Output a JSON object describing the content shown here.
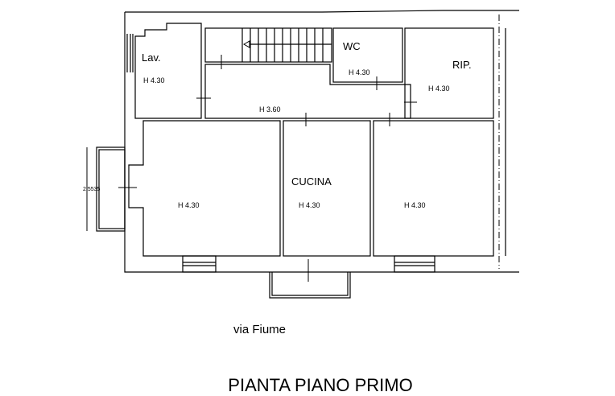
{
  "rooms": {
    "lav": {
      "name": "Lav.",
      "height": "H 4.30"
    },
    "corridor": {
      "height": "H 3.60"
    },
    "wc": {
      "name": "WC",
      "height": "H 4.30"
    },
    "rip": {
      "name": "RIP.",
      "height": "H 4.30"
    },
    "room_left": {
      "height": "H 4.30"
    },
    "cucina": {
      "name": "CUCINA",
      "height": "H 4.30"
    },
    "room_right": {
      "height": "H 4.30"
    }
  },
  "dimension": "2.5535",
  "street": "via Fiume",
  "title": "PIANTA PIANO PRIMO"
}
